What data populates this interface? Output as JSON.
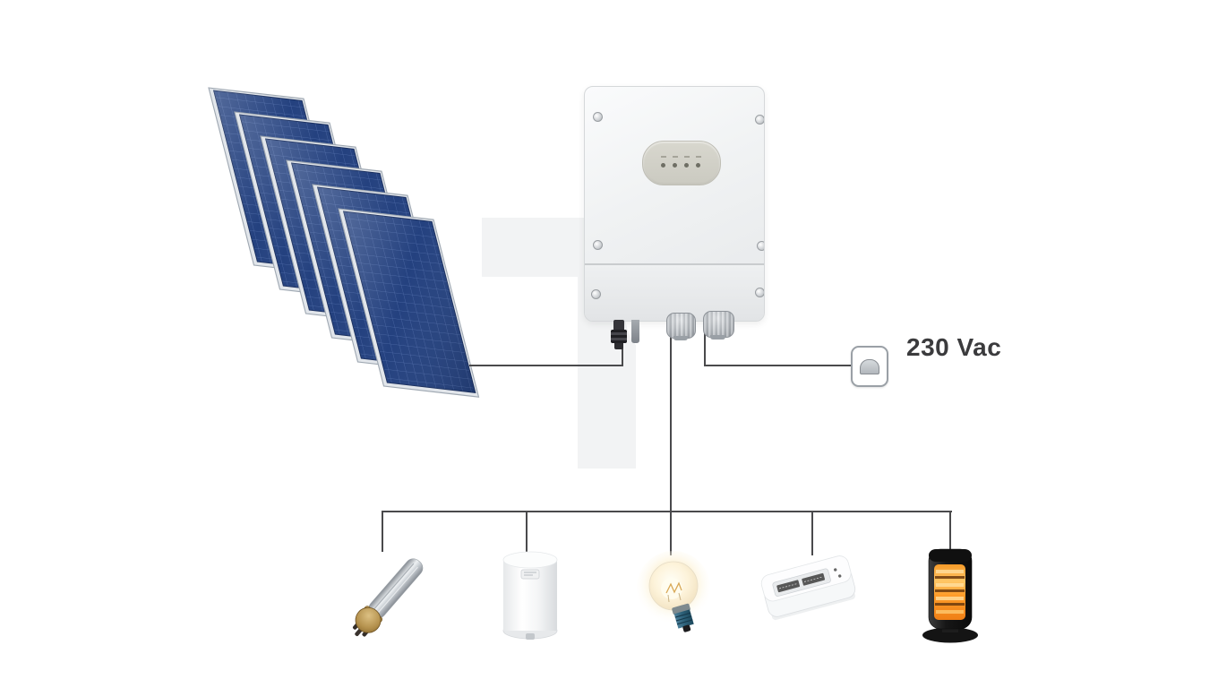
{
  "diagram": {
    "type": "solar-pv-heating-system-schematic",
    "solar_array": {
      "name": "solar-panel-array",
      "panel_count": 6
    },
    "inverter": {
      "name": "pv-power-controller",
      "led_count": 4,
      "sections": 2
    },
    "grid_connection": {
      "label": "230 Vac"
    },
    "loads": [
      {
        "name": "immersion-heating-element"
      },
      {
        "name": "electric-water-heater"
      },
      {
        "name": "incandescent-light-bulb"
      },
      {
        "name": "heating-resistor-module"
      },
      {
        "name": "halogen-tower-heater"
      }
    ],
    "colors": {
      "background": "#ffffff",
      "wire": "#4a4a4c",
      "panel_blue": "#24417f",
      "label_text": "#3b3b3d",
      "heater_glow": "#ff9d2a"
    }
  }
}
